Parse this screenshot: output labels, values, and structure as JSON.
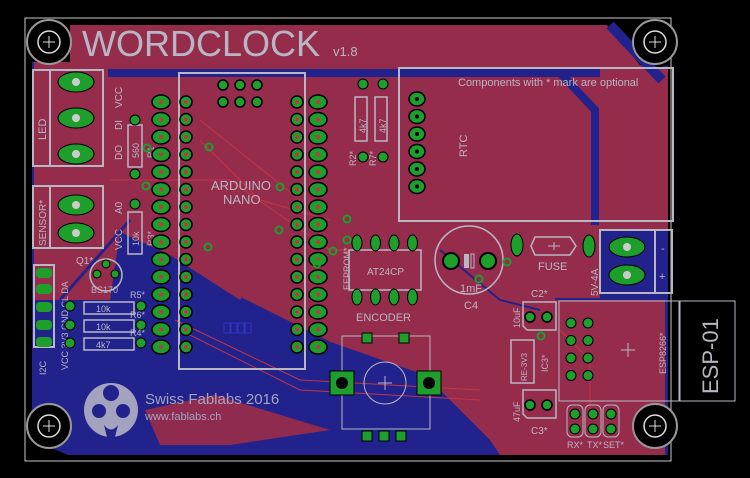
{
  "colors": {
    "background": "#000000",
    "top_copper": "#962C4C",
    "bottom_copper": "#22228C",
    "pad": "#1E9E2A",
    "silk": "#B7B7C4",
    "outline": "#C9C9C9",
    "trace_red": "#C23548",
    "trace_blue": "#2E36C4"
  },
  "board": {
    "title": "WORDCLOCK",
    "version": "v1.8",
    "note": "Components with * mark are optional",
    "credit_line1": "Swiss Fablabs 2016",
    "credit_line2": "www.fablabs.ch",
    "logo_icon": "fablab-logo-icon"
  },
  "components": {
    "led_connector": {
      "label": "LED",
      "pins": [
        "VCC",
        "DI",
        "DO"
      ]
    },
    "sensor_connector": {
      "label": "SENSOR*",
      "pins": [
        "VCC",
        "A0"
      ]
    },
    "i2c_connector": {
      "label": "I2C",
      "pins": "VCC 3V3 GND CL DA"
    },
    "r1": {
      "ref": "R1",
      "value": "560"
    },
    "r3": {
      "ref": "R3*",
      "value": "10k"
    },
    "r2": {
      "ref": "R2*",
      "value": "4k7"
    },
    "r7": {
      "ref": "R7*",
      "value": "4k7"
    },
    "q1": {
      "ref": "Q1*",
      "value": "BS170"
    },
    "r5": {
      "ref": "R5*",
      "value": "10k"
    },
    "r6": {
      "ref": "R6*",
      "value": "10k"
    },
    "r4": {
      "ref": "R4*",
      "value": "4k7"
    },
    "arduino": {
      "line1": "ARDUINO",
      "line2": "NANO"
    },
    "rtc": {
      "label": "RTC"
    },
    "eeprom": {
      "label": "EEPROM*",
      "value": "AT24CP"
    },
    "encoder": {
      "label": "ENCODER"
    },
    "c4": {
      "ref": "C4",
      "value": "1mF"
    },
    "fuse": {
      "label": "FUSE"
    },
    "power": {
      "label": "5V-4A",
      "plus": "+",
      "minus": "-"
    },
    "c2": {
      "ref": "C2*",
      "value": "10uF"
    },
    "c3": {
      "ref": "C3*",
      "value": "47uF"
    },
    "ic3": {
      "ref": "IC3*",
      "value": "RE-3V3"
    },
    "esp_socket": {
      "label": "ESP8266*"
    },
    "esp_module": {
      "label": "ESP-01"
    },
    "jumpers": [
      "RX*",
      "TX*",
      "SET*"
    ]
  }
}
